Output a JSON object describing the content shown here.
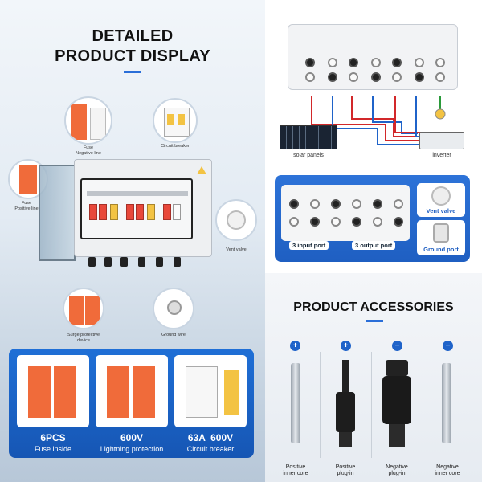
{
  "left": {
    "title_line1": "DETAILED",
    "title_line2": "PRODUCT DISPLAY",
    "callouts": {
      "fuse_negative": "Fuse\nNegative line",
      "circuit_breaker": "Circuit breaker",
      "fuse_positive": "Fuse\nPositive line",
      "vent_valve": "Vent valve",
      "surge": "Surge protective\ndevice",
      "ground": "Ground wire"
    },
    "features": [
      {
        "value": "6PCS",
        "desc": "Fuse inside"
      },
      {
        "value": "600V",
        "desc": "Lightning protection"
      },
      {
        "value": "63A  600V",
        "desc": "Circuit breaker"
      }
    ]
  },
  "diagram": {
    "solar_label": "solar panels",
    "inverter_label": "inverter"
  },
  "ports": {
    "input_label": "3 input port",
    "output_label": "3 output port",
    "vent_label": "Vent valve",
    "ground_label": "Ground port"
  },
  "accessories": {
    "title": "PRODUCT ACCESSORIES",
    "items": [
      {
        "sign": "+",
        "label": "Positive\ninner core"
      },
      {
        "sign": "+",
        "label": "Positive\nplug-in"
      },
      {
        "sign": "−",
        "label": "Negative\nplug-in"
      },
      {
        "sign": "−",
        "label": "Negative\ninner core"
      }
    ]
  },
  "colors": {
    "accent": "#1f63c9",
    "breaker": "#e8483a",
    "positive": "#d2282a"
  }
}
